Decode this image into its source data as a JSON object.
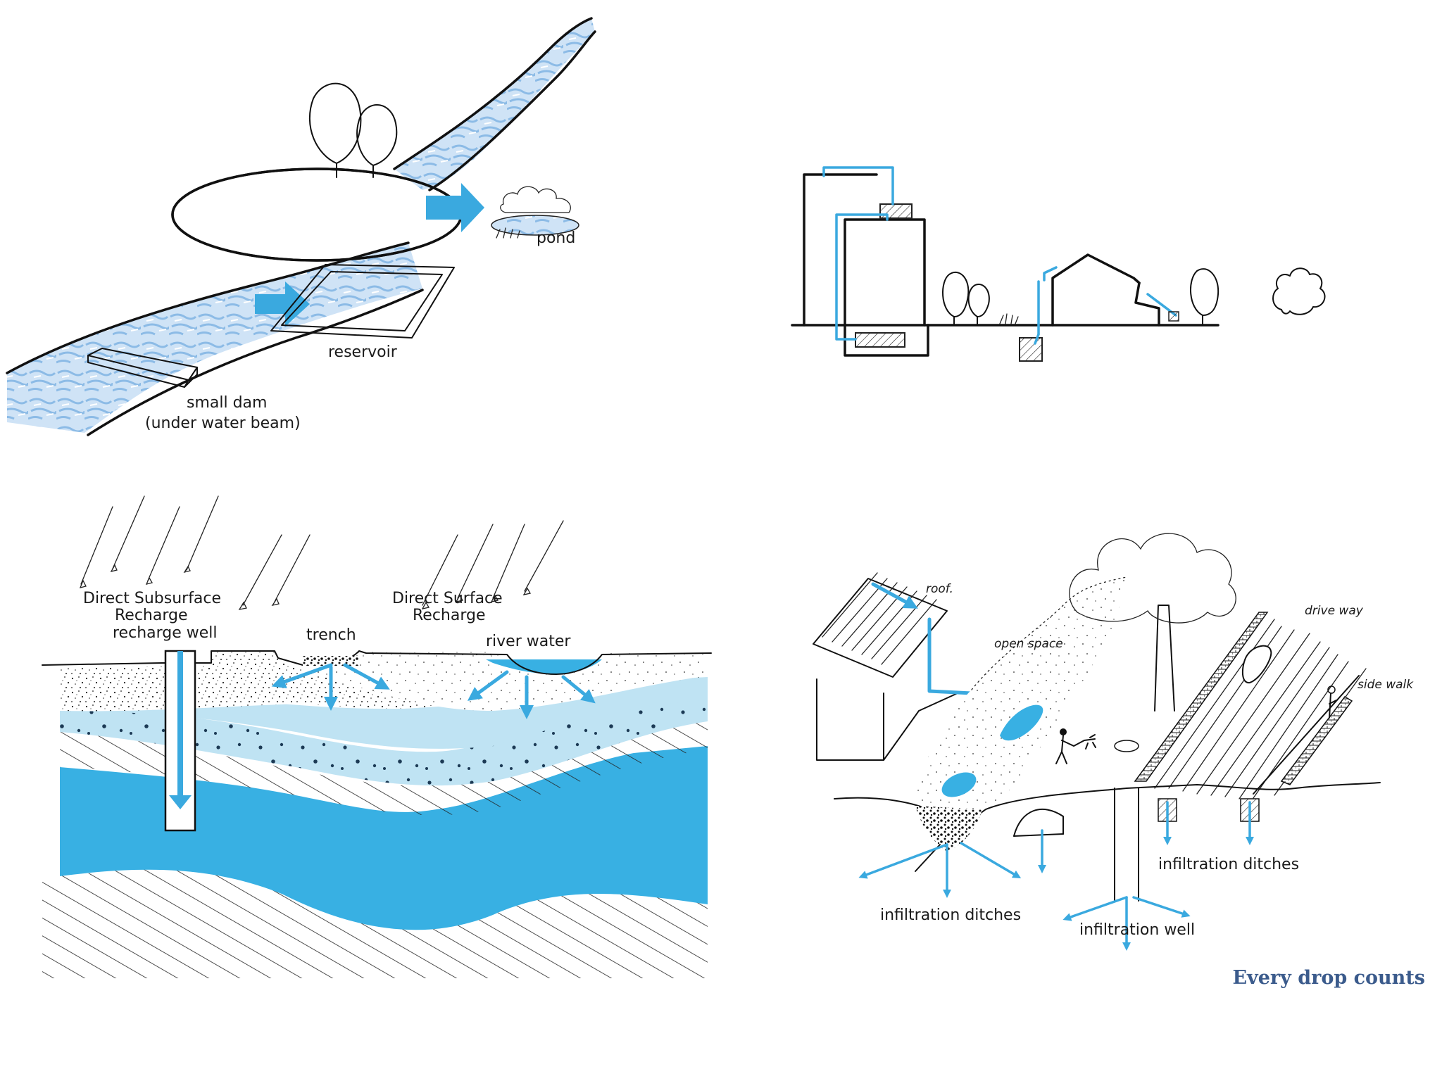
{
  "panel_reservoir": {
    "pond_label": "pond",
    "reservoir_label": "reservoir",
    "dam_label_line1": "small dam",
    "dam_label_line2": "(under water beam)"
  },
  "panel_recharge": {
    "subsurface_line1": "Direct Subsurface",
    "subsurface_line2": "Recharge",
    "well_label": "recharge well",
    "trench_label": "trench",
    "surface_line1": "Direct Surface",
    "surface_line2": "Recharge",
    "river_label": "river water"
  },
  "panel_infiltration": {
    "roof_label": "roof.",
    "open_space_label": "open space",
    "drive_way_label": "drive way",
    "side_walk_label": "side walk",
    "ditches_left_label": "infiltration ditches",
    "ditches_right_label": "infiltration ditches",
    "well_label": "infiltration well"
  },
  "tagline": "Every drop counts",
  "colors": {
    "water_light": "#a9cdea",
    "water_mid": "#bfe3f3",
    "water_deep": "#38b0e3",
    "arrow_blue": "#3aa9df",
    "tagline": "#3b5b8c"
  }
}
